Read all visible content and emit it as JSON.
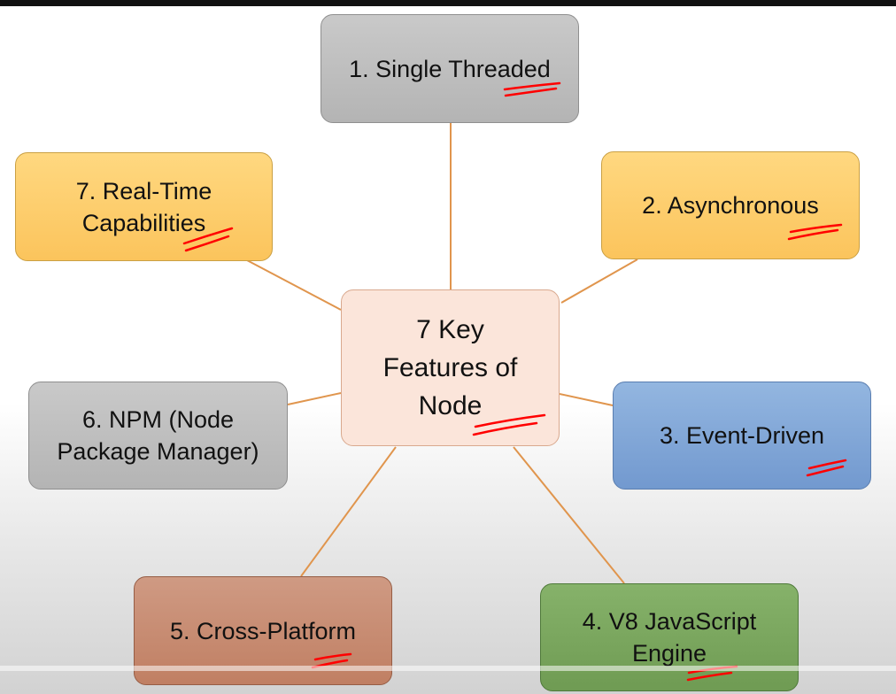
{
  "diagram": {
    "center": {
      "lines": [
        "7 Key",
        "Features of",
        "Node"
      ]
    },
    "features": [
      {
        "lines": [
          "1. Single Threaded"
        ],
        "color": "#bdbdbd"
      },
      {
        "lines": [
          "2. Asynchronous"
        ],
        "color": "#fdd06c"
      },
      {
        "lines": [
          "3. Event-Driven"
        ],
        "color": "#84a9d8"
      },
      {
        "lines": [
          "4. V8 JavaScript",
          "Engine"
        ],
        "color": "#7aa55e"
      },
      {
        "lines": [
          "5. Cross-Platform"
        ],
        "color": "#c88d74"
      },
      {
        "lines": [
          "6. NPM (Node",
          "Package Manager)"
        ],
        "color": "#bdbdbd"
      },
      {
        "lines": [
          "7. Real-Time",
          "Capabilities"
        ],
        "color": "#fdd06c"
      }
    ],
    "connector_color": "#e0954d",
    "annotation_color": "#ff0000"
  }
}
